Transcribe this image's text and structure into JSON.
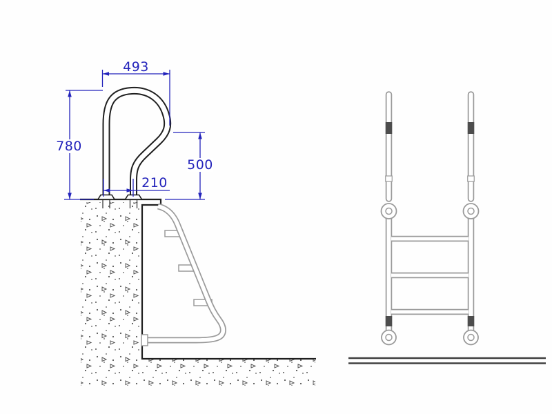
{
  "drawing": {
    "dimensions": {
      "top_width": "493",
      "left_height": "780",
      "right_height": "500",
      "post_spacing": "210"
    },
    "colors": {
      "dimension_blue": "#2323bb",
      "outline_black": "#1f1f1f",
      "hidden_gray": "#9a9a9a",
      "band_dark": "#4d4d4d",
      "floor_dark": "#3f3f3f"
    }
  }
}
